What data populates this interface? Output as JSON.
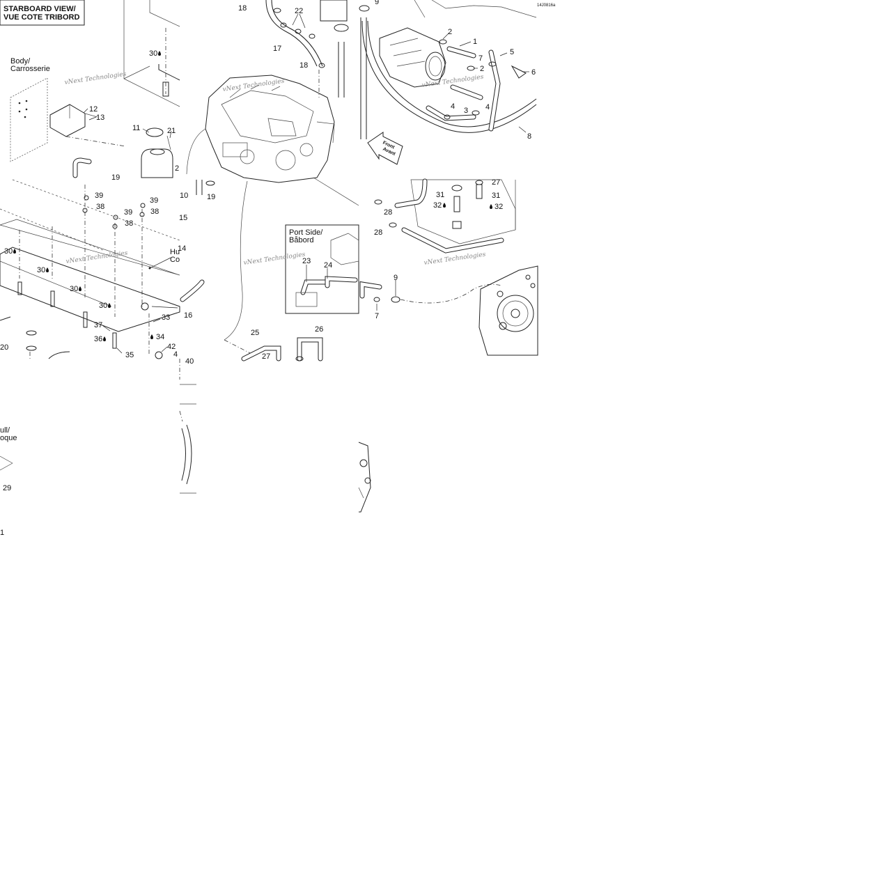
{
  "views": {
    "starboard": "STARBOARD VIEW/\nVUE COTE TRIBORD",
    "port_side_l1": "Port Side/",
    "port_side_l2": "Båbord"
  },
  "regions": {
    "body_l1": "Body/",
    "body_l2": "Carrosserie",
    "hull_left_l1": "ull/",
    "hull_left_l2": "oque",
    "hull_mid_l1": "Hu",
    "hull_mid_l2": "Co",
    "front_l1": "Front",
    "front_l2": "Avant"
  },
  "drawing_code": "14J0816a",
  "watermark": "vNext Technologies",
  "callouts": {
    "c1": "1",
    "c2a": "2",
    "c2b": "2",
    "c2c": "2",
    "c3": "3",
    "c4a": "4",
    "c4b": "4",
    "c5": "5",
    "c6": "6",
    "c7a": "7",
    "c7b": "7",
    "c8": "8",
    "c9a": "9",
    "c9b": "9",
    "c10": "10",
    "c11": "11",
    "c12": "12",
    "c13": "13",
    "c14": "14",
    "c15": "15",
    "c16": "16",
    "c17": "17",
    "c18a": "18",
    "c18b": "18",
    "c19a": "19",
    "c19b": "19",
    "c20": "20",
    "c21": "21",
    "c22": "22",
    "c23": "23",
    "c24": "24",
    "c25": "25",
    "c26": "26",
    "c27a": "27",
    "c27b": "27",
    "c28a": "28",
    "c28b": "28",
    "c29": "29",
    "c30a": "30",
    "c30b": "30",
    "c30c": "30",
    "c30d": "30",
    "c30e": "30",
    "c31a": "31",
    "c31b": "31",
    "c32a": "32",
    "c32b": "32",
    "c33": "33",
    "c34": "34",
    "c35": "35",
    "c36": "36",
    "c37": "37",
    "c38a": "38",
    "c38b": "38",
    "c38c": "38",
    "c39a": "39",
    "c39b": "39",
    "c39c": "39",
    "c40": "40",
    "c42": "42",
    "c4c": "4",
    "c1b": "1"
  },
  "colors": {
    "line": "#222222",
    "background": "#ffffff"
  }
}
